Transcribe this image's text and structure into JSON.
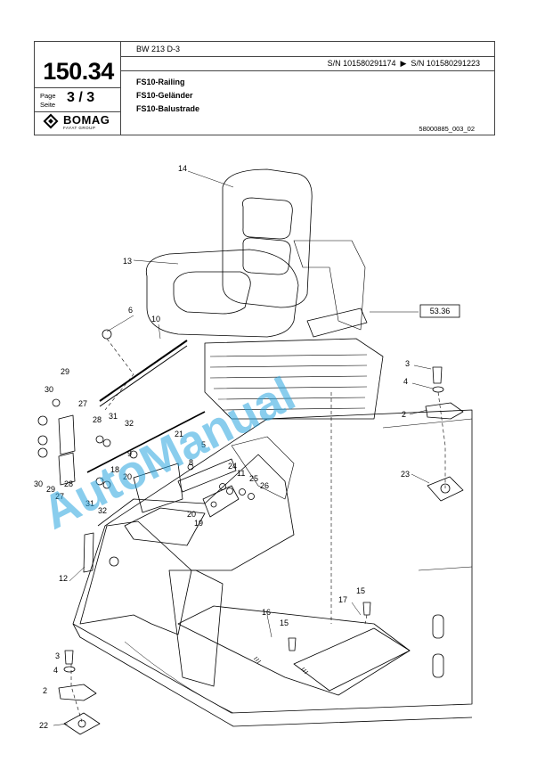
{
  "header": {
    "page_number": "150.34",
    "page_label": "Page",
    "seite_label": "Seite",
    "page_current": "3",
    "page_sep": "/",
    "page_total": "3",
    "model": "BW 213 D-3",
    "serial_from": "S/N 101580291174",
    "serial_arrow": "▶",
    "serial_to": "S/N 101580291223",
    "title_en": "FS10-Railing",
    "title_de": "FS10-Geländer",
    "title_fr": "FS10-Balustrade",
    "drawing_number": "58000885_003_02",
    "logo_name": "BOMAG",
    "logo_sub": "FAYAT GROUP"
  },
  "drawing": {
    "ref_box": "53.36",
    "watermark": "AutoManual",
    "callouts": {
      "c14": "14",
      "c13": "13",
      "c6": "6",
      "c10": "10",
      "c3a": "3",
      "c4a": "4",
      "c2a": "2",
      "c29a": "29",
      "c30a": "30",
      "c27a": "27",
      "c28a": "28",
      "c31a": "31",
      "c32a": "32",
      "c21": "21",
      "c5": "5",
      "c8": "8",
      "c9": "9",
      "c18": "18",
      "c20a": "20",
      "c24": "24",
      "c11": "11",
      "c25": "25",
      "c26": "26",
      "c23": "23",
      "c30b": "30",
      "c29b": "29",
      "c28b": "28",
      "c27b": "27",
      "c31b": "31",
      "c32b": "32",
      "c20b": "20",
      "c19": "19",
      "c12": "12",
      "c17": "17",
      "c15a": "15",
      "c16": "16",
      "c15b": "15",
      "c3b": "3",
      "c4b": "4",
      "c2b": "2",
      "c22": "22"
    }
  },
  "colors": {
    "line": "#000000",
    "watermark": "#2aa6e0"
  }
}
